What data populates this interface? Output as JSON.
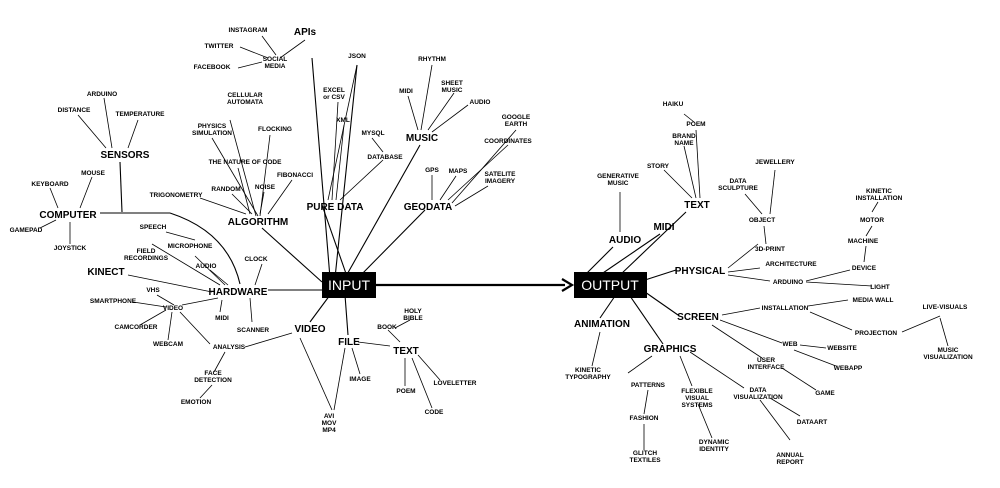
{
  "diagram": {
    "input": "INPUT",
    "output": "OUTPUT",
    "input_nodes": {
      "apis": "APIs",
      "instagram": "INSTAGRAM",
      "twitter": "TWITTER",
      "facebook": "FACEBOOK",
      "social_media": [
        "SOCIAL",
        "MEDIA"
      ],
      "json": "JSON",
      "excel": [
        "EXCEL",
        "or CSV"
      ],
      "xml": "XML",
      "mysql": "MYSQL",
      "database": "DATABASE",
      "pure_data": "PURE DATA",
      "music": "MUSIC",
      "rhythm": "RHYTHM",
      "midi_music": "MIDI",
      "sheet_music": [
        "SHEET",
        "MUSIC"
      ],
      "audio_music": "AUDIO",
      "google_earth": [
        "GOOGLE",
        "EARTH"
      ],
      "coordinates": "COORDINATES",
      "gps": "GPS",
      "maps": "MAPS",
      "satelite": [
        "SATELITE",
        "IMAGERY"
      ],
      "geodata": "GEODATA",
      "arduino_s": "ARDUINO",
      "distance": "DISTANCE",
      "temperature": "TEMPERATURE",
      "sensors": "SENSORS",
      "cellular": [
        "CELLULAR",
        "AUTOMATA"
      ],
      "physics": [
        "PHYSICS",
        "SIMULATION"
      ],
      "flocking": "FLOCKING",
      "nature_of_code": "THE NATURE OF CODE",
      "trigonometry": "TRIGONOMETRY",
      "random": "RANDOM",
      "noise": "NOISE",
      "fibonacci": "FIBONACCI",
      "algorithm": "ALGORITHM",
      "keyboard": "KEYBOARD",
      "mouse": "MOUSE",
      "computer": "COMPUTER",
      "gamepad": "GAMEPAD",
      "joystick": "JOYSTICK",
      "speech": "SPEECH",
      "microphone": "MICROPHONE",
      "field": [
        "FIELD",
        "RECORDINGS"
      ],
      "audio_hw": "AUDIO",
      "clock": "CLOCK",
      "kinect": "KINECT",
      "hardware": "HARDWARE",
      "vhs": "VHS",
      "smartphone": "SMARTPHONE",
      "video_small": "VIDEO",
      "midi_hw": "MIDI",
      "camcorder": "CAMCORDER",
      "webcam": "WEBCAM",
      "scanner": "SCANNER",
      "analysis": "ANALYSIS",
      "face": [
        "FACE",
        "DETECTION"
      ],
      "emotion": "EMOTION",
      "video": "VIDEO",
      "avi": [
        "AVI",
        "MOV",
        "MP4"
      ],
      "file": "FILE",
      "image": "IMAGE",
      "book": "BOOK",
      "holy_bible": [
        "HOLY",
        "BIBLE"
      ],
      "text": "TEXT",
      "poem": "POEM",
      "loveletter": "LOVELETTER",
      "code": "CODE"
    },
    "output_nodes": {
      "haiku": "HAIKU",
      "poem": "POEM",
      "brand": [
        "BRAND",
        "NAME"
      ],
      "story": "STORY",
      "text": "TEXT",
      "generative": [
        "GENERATIVE",
        "MUSIC"
      ],
      "audio": "AUDIO",
      "midi": "MIDI",
      "data_sculpture": [
        "DATA",
        "SCULPTURE"
      ],
      "jewellery": "JEWELLERY",
      "object": "OBJECT",
      "print3d": "3D-PRINT",
      "architecture": "ARCHITECTURE",
      "arduino": "ARDUINO",
      "physical": "PHYSICAL",
      "kinetic_inst": [
        "KINETIC",
        "INSTALLATION"
      ],
      "motor": "MOTOR",
      "machine": "MACHINE",
      "device": "DEVICE",
      "light": "LIGHT",
      "media_wall": "MEDIA WALL",
      "installation": "INSTALLATION",
      "projection": "PROJECTION",
      "live_visuals": "LIVE-VISUALS",
      "music_vis": [
        "MUSIC",
        "VISUALIZATION"
      ],
      "screen": "SCREEN",
      "animation": "ANIMATION",
      "kinetic_typo": [
        "KINETIC",
        "TYPOGRAPHY"
      ],
      "web": "WEB",
      "website": "WEBSITE",
      "webapp": "WEBAPP",
      "user_interface": [
        "USER",
        "INTERFACE"
      ],
      "game": "GAME",
      "graphics": "GRAPHICS",
      "patterns": "PATTERNS",
      "fashion": "FASHION",
      "glitch": [
        "GLITCH",
        "TEXTILES"
      ],
      "flexible": [
        "FLEXIBLE",
        "VISUAL",
        "SYSTEMS"
      ],
      "dynamic": [
        "DYNAMIC",
        "IDENTITY"
      ],
      "data_vis": [
        "DATA",
        "VISUALIZATION"
      ],
      "dataart": "DATAART",
      "annual": [
        "ANNUAL",
        "REPORT"
      ]
    }
  }
}
